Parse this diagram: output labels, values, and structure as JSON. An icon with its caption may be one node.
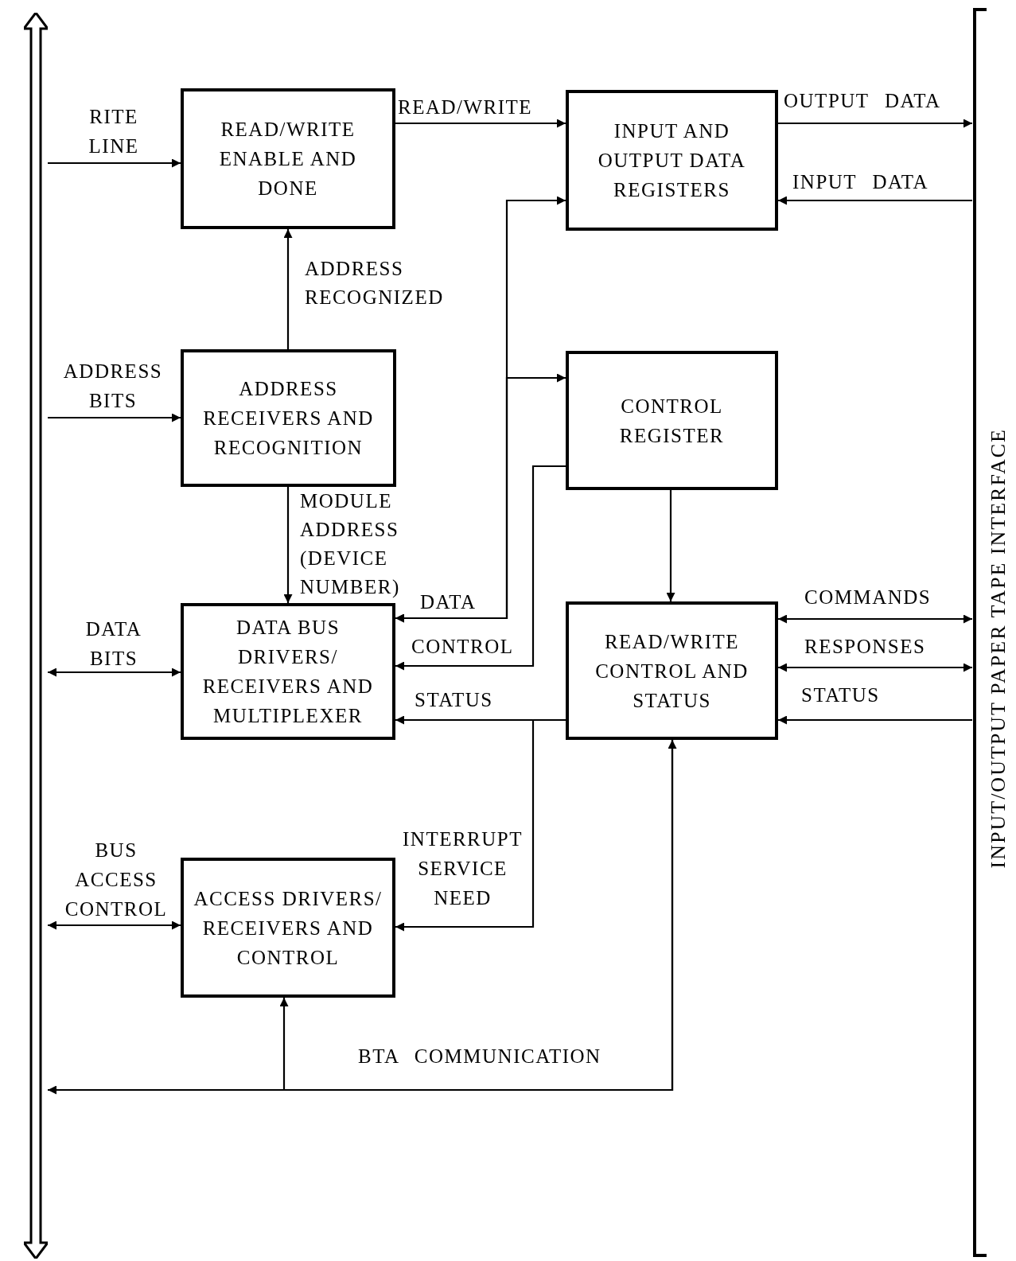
{
  "diagram": {
    "nodes": [
      {
        "text": [],
        "shape": "bar"
      },
      {
        "text": [
          "INPUT/OUTPUT PAPER TAPE INTERFACE"
        ]
      },
      {
        "text": [
          "READ/WRITE ENABLE AND DONE"
        ]
      },
      {
        "text": [
          "INPUT AND OUTPUT DATA REGISTERS"
        ]
      },
      {
        "text": [
          "ADDRESS RECEIVERS AND RECOGNITION"
        ]
      },
      {
        "text": [
          "CONTROL REGISTER"
        ]
      },
      {
        "text": [
          "DATA BUS DRIVERS/ RECEIVERS AND MULTIPLEXER"
        ]
      },
      {
        "text": [
          "READ/WRITE CONTROL AND STATUS"
        ]
      },
      {
        "text": [
          "ACCESS DRIVERS/ RECEIVERS AND CONTROL"
        ]
      }
    ],
    "edges": [
      {
        "from": 0,
        "to": 2,
        "arrow": "to",
        "label": "RITE LINE"
      },
      {
        "from": 0,
        "to": 4,
        "arrow": "to",
        "label": "ADDRESS BITS"
      },
      {
        "from": 0,
        "to": 6,
        "arrow": "both",
        "label": "DATA BITS"
      },
      {
        "from": 0,
        "to": 8,
        "arrow": "both",
        "label": "BUS ACCESS CONTROL"
      },
      {
        "from": 2,
        "to": 3,
        "arrow": "to",
        "label": "READ/WRITE"
      },
      {
        "from": 4,
        "to": 2,
        "arrow": "to",
        "label": "ADDRESS RECOGNIZED"
      },
      {
        "from": 4,
        "to": 6,
        "arrow": "to",
        "label": "MODULE ADDRESS (DEVICE NUMBER)"
      },
      {
        "from": 3,
        "to": 1,
        "arrow": "to",
        "label": "OUTPUT DATA"
      },
      {
        "from": 1,
        "to": 3,
        "arrow": "to",
        "label": "INPUT DATA"
      },
      {
        "from": 6,
        "to": 3,
        "arrow": "both",
        "label": "DATA"
      },
      {
        "from": 6,
        "to": 5,
        "arrow": "both"
      },
      {
        "from": 5,
        "to": 6,
        "arrow": "to",
        "label": "CONTROL"
      },
      {
        "from": 7,
        "to": 6,
        "arrow": "to",
        "label": "STATUS"
      },
      {
        "from": 7,
        "to": 8,
        "arrow": "to",
        "label": "INTERRUPT SERVICE NEED"
      },
      {
        "from": 5,
        "to": 7,
        "arrow": "to"
      },
      {
        "from": 7,
        "to": 1,
        "arrow": "both",
        "label": "COMMANDS"
      },
      {
        "from": 7,
        "to": 1,
        "arrow": "both",
        "label": "RESPONSES"
      },
      {
        "from": 1,
        "to": 7,
        "arrow": "to",
        "label": "STATUS"
      },
      {
        "from": 7,
        "to": 0,
        "arrow": "both",
        "label": "BTA COMMUNICATION"
      },
      {
        "from": 7,
        "to": 8,
        "arrow": "to"
      }
    ]
  }
}
